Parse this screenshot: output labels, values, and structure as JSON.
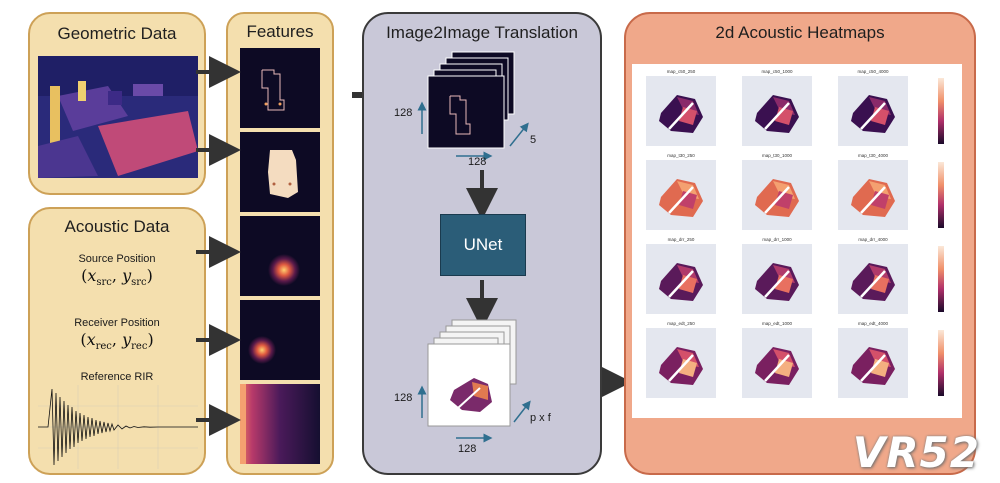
{
  "geometric": {
    "title": "Geometric Data"
  },
  "acoustic": {
    "title": "Acoustic Data",
    "source_label": "Source Position",
    "source_formula": "(x_src, y_src)",
    "receiver_label": "Receiver Position",
    "receiver_formula": "(x_rec, y_rec)",
    "rir_label": "Reference RIR"
  },
  "features": {
    "title": "Features"
  },
  "translation": {
    "title": "Image2Image Translation",
    "top_height": "128",
    "top_width": "128",
    "top_depth": "5",
    "unet": "UNet",
    "bottom_height": "128",
    "bottom_width": "128",
    "bottom_depth": "p x f"
  },
  "heatmaps": {
    "title": "2d Acoustic Heatmaps",
    "subplot_titles": [
      [
        "map_c50_250",
        "map_c50_1000",
        "map_c50_4000"
      ],
      [
        "map_t30_250",
        "map_t30_1000",
        "map_t30_4000"
      ],
      [
        "map_drr_250",
        "map_drr_1000",
        "map_drr_4000"
      ],
      [
        "map_edt_250",
        "map_edt_1000",
        "map_edt_4000"
      ]
    ]
  },
  "watermark": "VR52",
  "colors": {
    "cream": "#f4dfae",
    "cream_border": "#cda157",
    "gray_panel": "#c9c8d8",
    "salmon": "#f0a88a",
    "unet": "#2b5d78"
  }
}
